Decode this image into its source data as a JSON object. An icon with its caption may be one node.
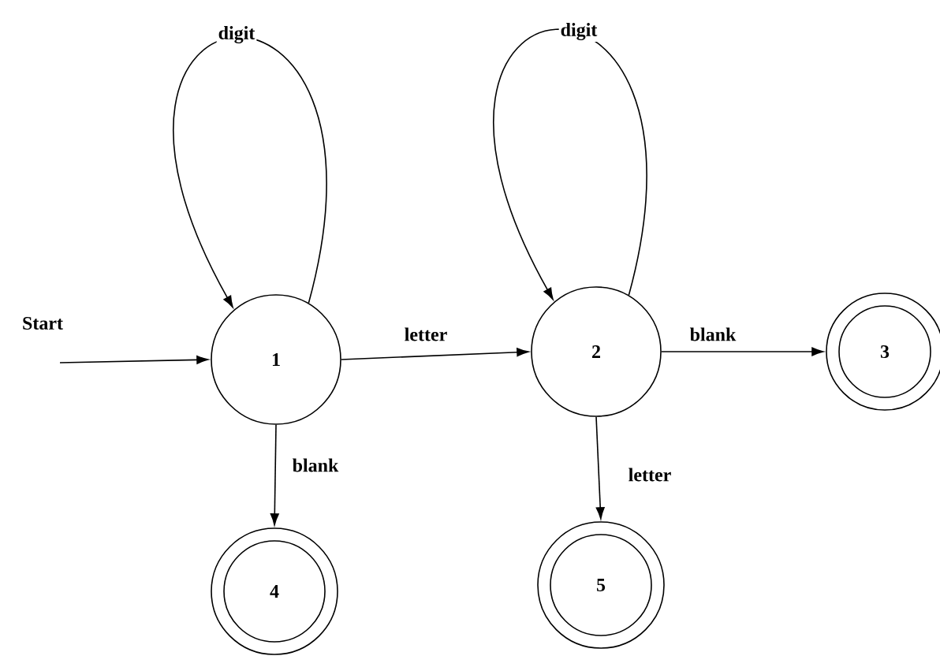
{
  "diagram": {
    "nodes": [
      {
        "text": [
          "1"
        ]
      },
      {
        "text": [
          "2"
        ]
      },
      {
        "text": [
          "3"
        ]
      },
      {
        "text": [
          "4"
        ]
      },
      {
        "text": [
          "5"
        ]
      }
    ],
    "edges": [
      {
        "from": null,
        "to": 0,
        "arrow": "to",
        "label": "Start"
      },
      {
        "from": 0,
        "to": 0,
        "arrow": "to",
        "label": "digit"
      },
      {
        "from": 0,
        "to": 1,
        "arrow": "to",
        "label": "letter"
      },
      {
        "from": 1,
        "to": 1,
        "arrow": "to",
        "label": "digit"
      },
      {
        "from": 1,
        "to": 2,
        "arrow": "to",
        "label": "blank"
      },
      {
        "from": 0,
        "to": 3,
        "arrow": "to",
        "label": "blank"
      },
      {
        "from": 1,
        "to": 4,
        "arrow": "to",
        "label": "letter"
      }
    ]
  }
}
